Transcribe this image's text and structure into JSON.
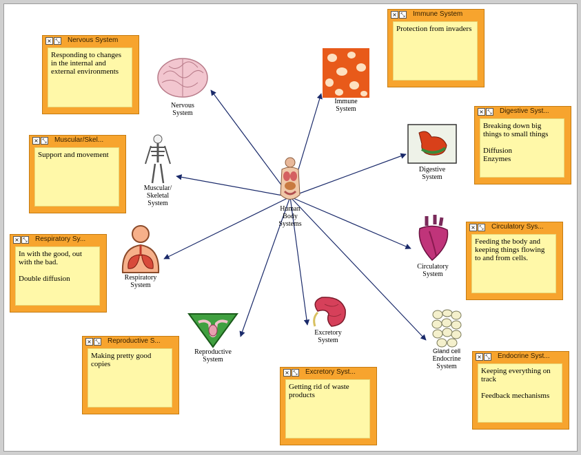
{
  "center": {
    "label": "Human\nBody\nSystems",
    "icon": "torso-organs-icon"
  },
  "systems": [
    {
      "id": "nervous",
      "label": "Nervous\nSystem",
      "icon": "brain-icon"
    },
    {
      "id": "immune",
      "label": "Immune\nSystem",
      "icon": "blood-cells-icon"
    },
    {
      "id": "digestive",
      "label": "Digestive\nSystem",
      "icon": "stomach-icon"
    },
    {
      "id": "skeletal",
      "label": "Muscular/\nSkeletal\nSystem",
      "icon": "skeleton-icon"
    },
    {
      "id": "circulatory",
      "label": "Circulatory\nSystem",
      "icon": "heart-icon"
    },
    {
      "id": "respiratory",
      "label": "Respiratory\nSystem",
      "icon": "lungs-icon"
    },
    {
      "id": "endocrine",
      "label": "Endocrine\nSystem",
      "icon": "gland-cell-icon",
      "sub": "Gland cell"
    },
    {
      "id": "reproductive",
      "label": "Reproductive\nSystem",
      "icon": "uterus-icon"
    },
    {
      "id": "excretory",
      "label": "Excretory\nSystem",
      "icon": "kidney-icon"
    }
  ],
  "notes": [
    {
      "id": "nervous",
      "title": "Nervous System",
      "text": "Responding to changes\nin the internal and\nexternal environments"
    },
    {
      "id": "immune",
      "title": "Immune System",
      "text": "Protection from invaders"
    },
    {
      "id": "digestive",
      "title": "Digestive Syst...",
      "text": "Breaking down big\nthings to small things\n\nDiffusion\nEnzymes"
    },
    {
      "id": "skeletal",
      "title": "Muscular/Skel...",
      "text": "Support and movement"
    },
    {
      "id": "circulatory",
      "title": "Circulatory Sys...",
      "text": "Feeding the body and\nkeeping things flowing\nto and from cells."
    },
    {
      "id": "respiratory",
      "title": "Respiratory Sy...",
      "text": "In with the good, out\nwith the bad.\n\nDouble diffusion"
    },
    {
      "id": "reproductive",
      "title": "Reproductive S...",
      "text": "Making pretty good\ncopies"
    },
    {
      "id": "excretory",
      "title": "Excretory Syst...",
      "text": "Getting rid of waste\nproducts"
    },
    {
      "id": "endocrine",
      "title": "Endocrine Syst...",
      "text": "Keeping everything on\ntrack\n\nFeedback mechanisms"
    }
  ],
  "note_buttons": {
    "close": "×",
    "expand": "⤡"
  },
  "colors": {
    "note_frame": "#f7a42e",
    "note_body": "#fff8a8",
    "arrow": "#1a2a6a"
  }
}
